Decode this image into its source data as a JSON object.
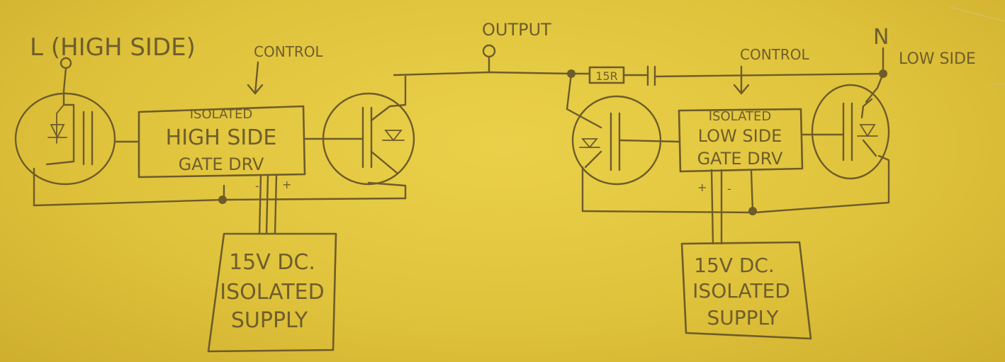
{
  "labels": {
    "l_terminal": "L (HIGH SIDE)",
    "control_left": "CONTROL",
    "output": "OUTPUT",
    "control_right": "CONTROL",
    "n_terminal": "N",
    "low_side": "LOW SIDE",
    "resistor": "15R"
  },
  "high_side_driver": {
    "line1": "ISOLATED",
    "line2": "HIGH SIDE",
    "line3": "GATE DRV"
  },
  "low_side_driver": {
    "line1": "ISOLATED",
    "line2": "LOW SIDE",
    "line3": "GATE DRV"
  },
  "supply_left": {
    "line1": "15V DC.",
    "line2": "ISOLATED",
    "line3": "SUPPLY"
  },
  "supply_right": {
    "line1": "15V DC.",
    "line2": "ISOLATED",
    "line3": "SUPPLY"
  },
  "polarity": {
    "hs_minus": "-",
    "hs_plus": "+",
    "ls_plus": "+",
    "ls_minus": "-"
  },
  "colors": {
    "paper": "#e3c640",
    "pencil": "#6d5c2a"
  }
}
